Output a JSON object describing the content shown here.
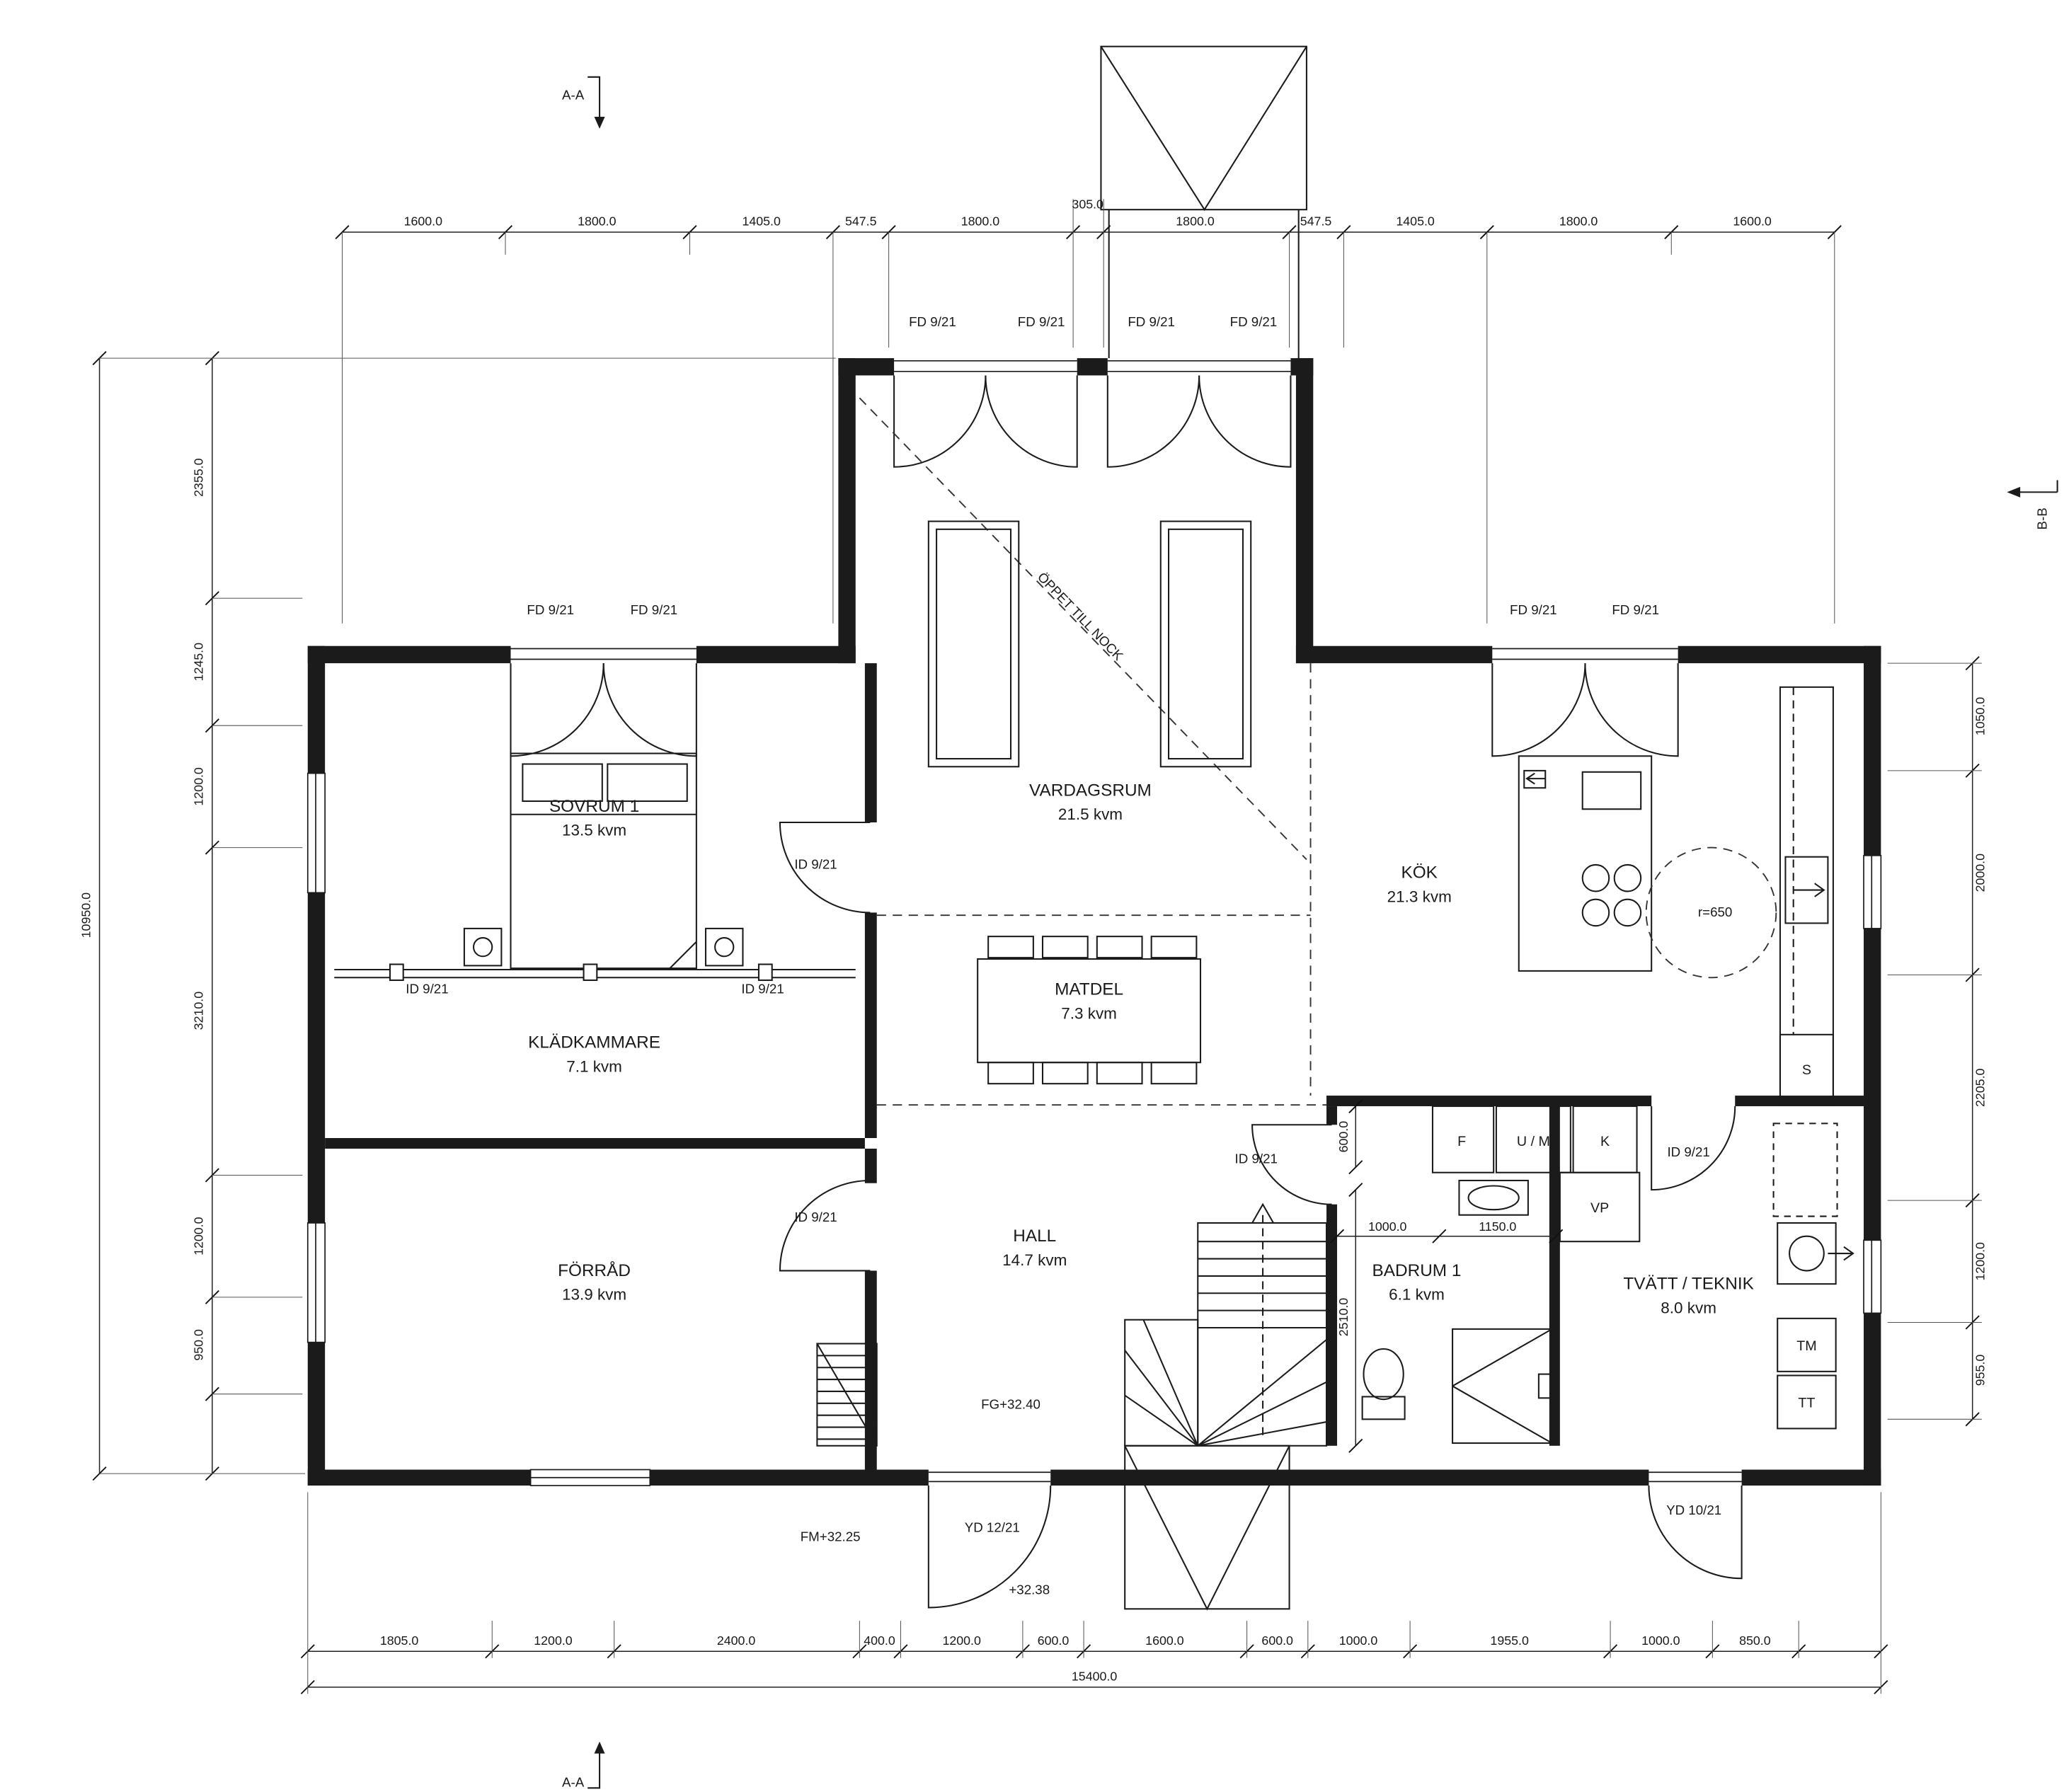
{
  "drawing": {
    "rooms": [
      {
        "name": "SOVRUM 1",
        "area": "13.5 kvm"
      },
      {
        "name": "VARDAGSRUM",
        "area": "21.5 kvm"
      },
      {
        "name": "KÖK",
        "area": "21.3 kvm"
      },
      {
        "name": "MATDEL",
        "area": "7.3 kvm"
      },
      {
        "name": "KLÄDKAMMARE",
        "area": "7.1 kvm"
      },
      {
        "name": "FÖRRÅD",
        "area": "13.9 kvm"
      },
      {
        "name": "HALL",
        "area": "14.7 kvm"
      },
      {
        "name": "BADRUM 1",
        "area": "6.1 kvm"
      },
      {
        "name": "TVÄTT / TEKNIK",
        "area": "8.0 kvm"
      }
    ],
    "door_types": {
      "fd": "FD 9/21",
      "id": "ID 9/21",
      "yd_entry": "YD 12/21",
      "yd_tech": "YD 10/21"
    },
    "fixtures": {
      "f": "F",
      "um": "U / M",
      "k": "K",
      "vp": "VP",
      "s": "S",
      "tm": "TM",
      "tt": "TT"
    },
    "annotations": {
      "open_to_ridge": "ÖPPET TILL NOCK",
      "turn_radius": "r=650",
      "floor_level": "FG+32.40",
      "ground_level": "FM+32.25",
      "entry_level": "+32.38"
    },
    "sections": {
      "aa": "A-A",
      "bb": "B-B"
    },
    "dims": {
      "top": [
        "1600.0",
        "1800.0",
        "1405.0",
        "547.5",
        "1800.0",
        "305.0",
        "1800.0",
        "547.5",
        "1405.0",
        "1800.0",
        "1600.0"
      ],
      "bottom": [
        "1805.0",
        "1200.0",
        "2400.0",
        "400.0",
        "1200.0",
        "600.0",
        "1600.0",
        "600.0",
        "1000.0",
        "1955.0",
        "1000.0",
        "850.0"
      ],
      "bottom_total": "15400.0",
      "left": [
        "2355.0",
        "1245.0",
        "1200.0",
        "3210.0",
        "1200.0",
        "950.0"
      ],
      "left_total": "10950.0",
      "right": [
        "1050.0",
        "2000.0",
        "2205.0",
        "1200.0",
        "955.0"
      ],
      "inner": {
        "a": "600.0",
        "b": "1000.0",
        "c": "1150.0",
        "d": "2510.0"
      }
    }
  }
}
